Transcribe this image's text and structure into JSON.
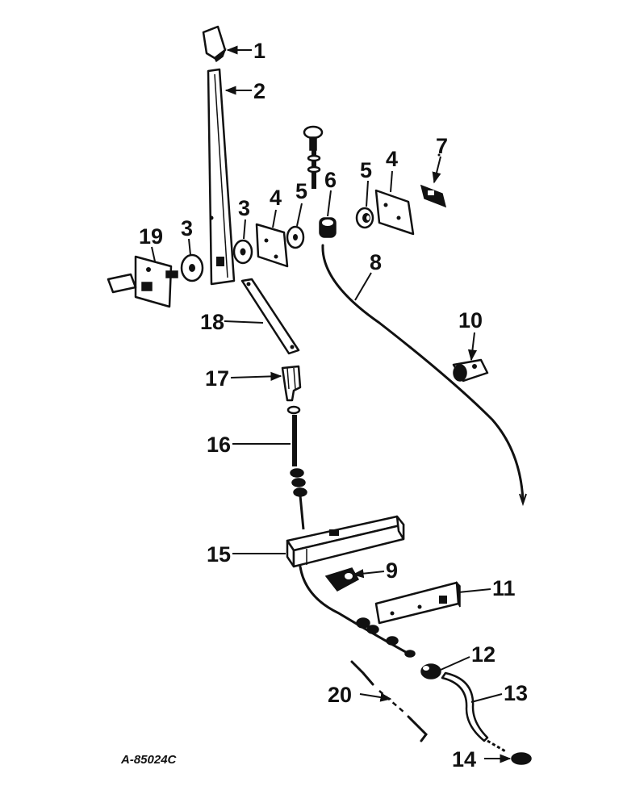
{
  "callouts": [
    {
      "id": "c1",
      "label": "1"
    },
    {
      "id": "c2",
      "label": "2"
    },
    {
      "id": "c3a",
      "label": "3"
    },
    {
      "id": "c3b",
      "label": "3"
    },
    {
      "id": "c4a",
      "label": "4"
    },
    {
      "id": "c4b",
      "label": "4"
    },
    {
      "id": "c5a",
      "label": "5"
    },
    {
      "id": "c5b",
      "label": "5"
    },
    {
      "id": "c6",
      "label": "6"
    },
    {
      "id": "c7",
      "label": "7"
    },
    {
      "id": "c8",
      "label": "8"
    },
    {
      "id": "c9",
      "label": "9"
    },
    {
      "id": "c10",
      "label": "10"
    },
    {
      "id": "c11",
      "label": "11"
    },
    {
      "id": "c12",
      "label": "12"
    },
    {
      "id": "c13",
      "label": "13"
    },
    {
      "id": "c14",
      "label": "14"
    },
    {
      "id": "c15",
      "label": "15"
    },
    {
      "id": "c16",
      "label": "16"
    },
    {
      "id": "c17",
      "label": "17"
    },
    {
      "id": "c18",
      "label": "18"
    },
    {
      "id": "c19",
      "label": "19"
    },
    {
      "id": "c20",
      "label": "20"
    }
  ],
  "drawing_code": "A-85024C"
}
